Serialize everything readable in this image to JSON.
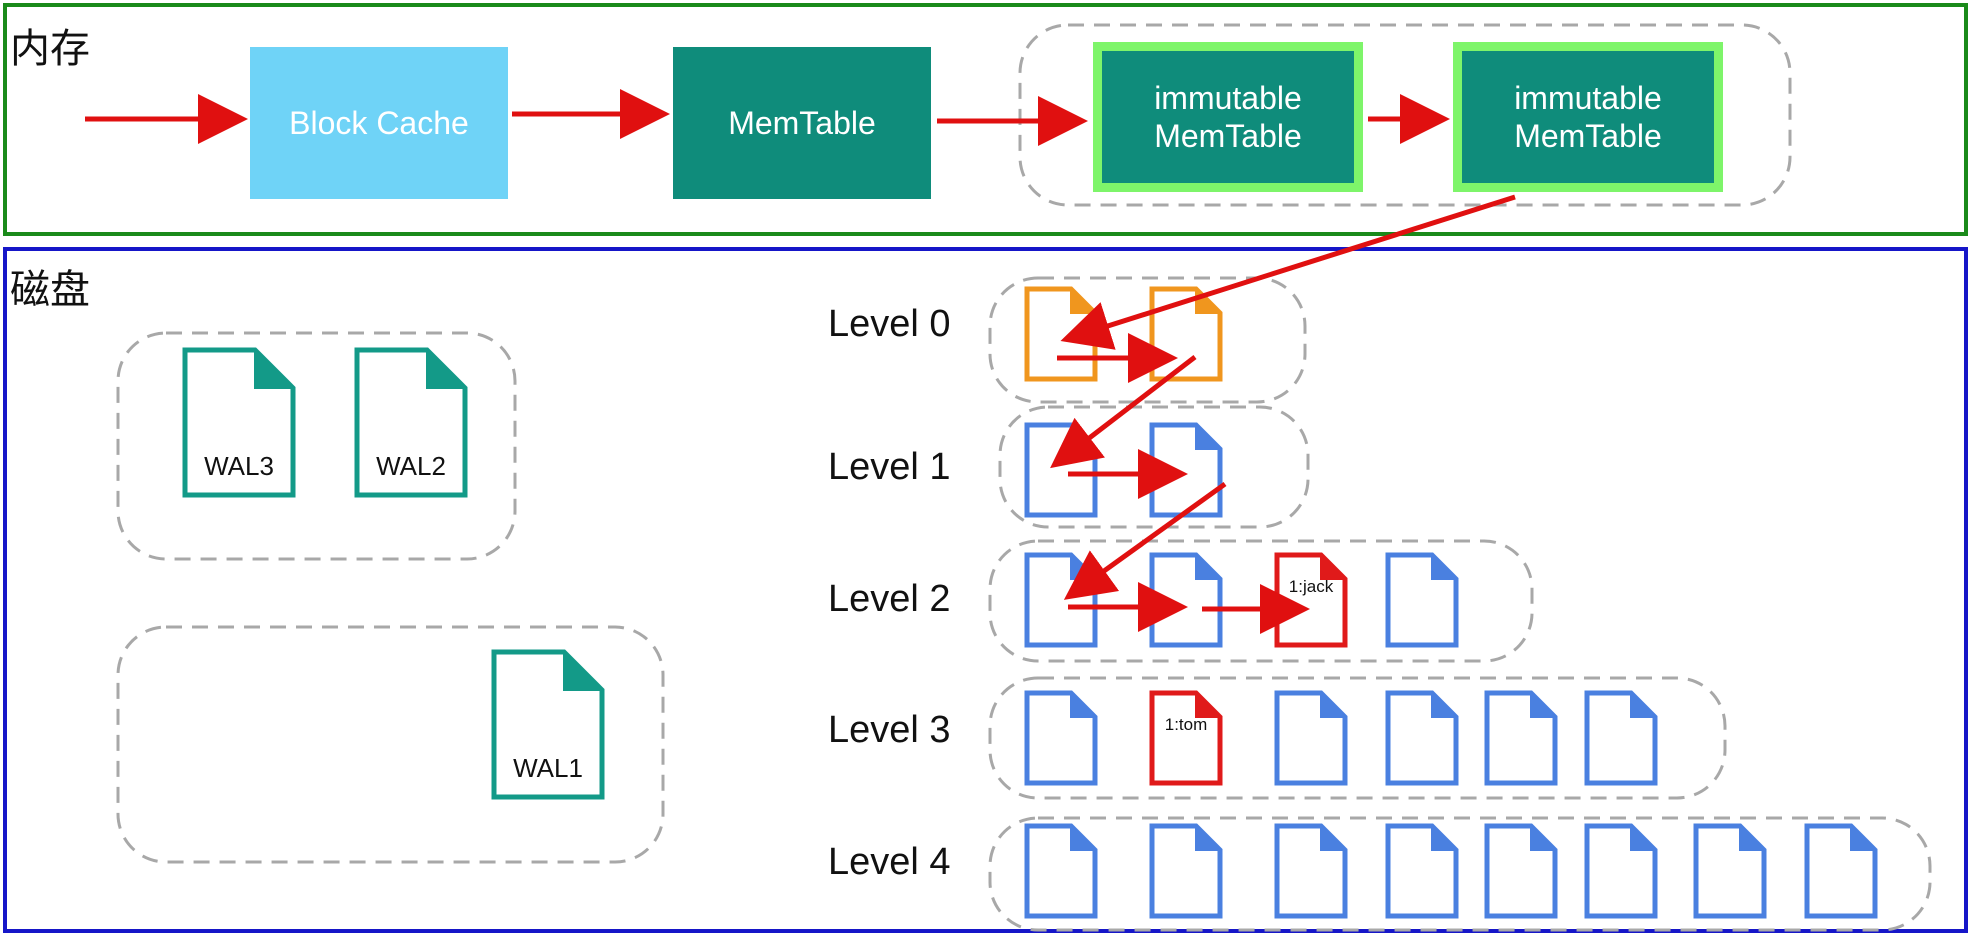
{
  "memory": {
    "title": "内存",
    "block_cache": "Block Cache",
    "memtable": "MemTable",
    "immutable_1": [
      "immutable",
      "MemTable"
    ],
    "immutable_2": [
      "immutable",
      "MemTable"
    ]
  },
  "disk": {
    "title": "磁盘",
    "wal_files": [
      "WAL3",
      "WAL2",
      "WAL1"
    ],
    "levels": [
      {
        "label": "Level 0",
        "file_count": 2
      },
      {
        "label": "Level 1",
        "file_count": 2
      },
      {
        "label": "Level 2",
        "file_count": 4,
        "marked_file_index": 2,
        "marked_file_text": "1:jack"
      },
      {
        "label": "Level 3",
        "file_count": 6,
        "marked_file_index": 1,
        "marked_file_text": "1:tom"
      },
      {
        "label": "Level 4",
        "file_count": 8
      }
    ]
  },
  "colors": {
    "memory_border": "#1a8a1a",
    "disk_border": "#1616c8",
    "block_cache": "#6fd3f7",
    "memtable": "#0f8c7b",
    "immutable_border": "#7ef56a",
    "arrow": "#e01010",
    "wal_file": "#139a88",
    "level0_file": "#f0961e",
    "sst_file": "#4a80e0",
    "marked_file": "#e01a1a",
    "dashed_group": "#a8a8a8"
  }
}
